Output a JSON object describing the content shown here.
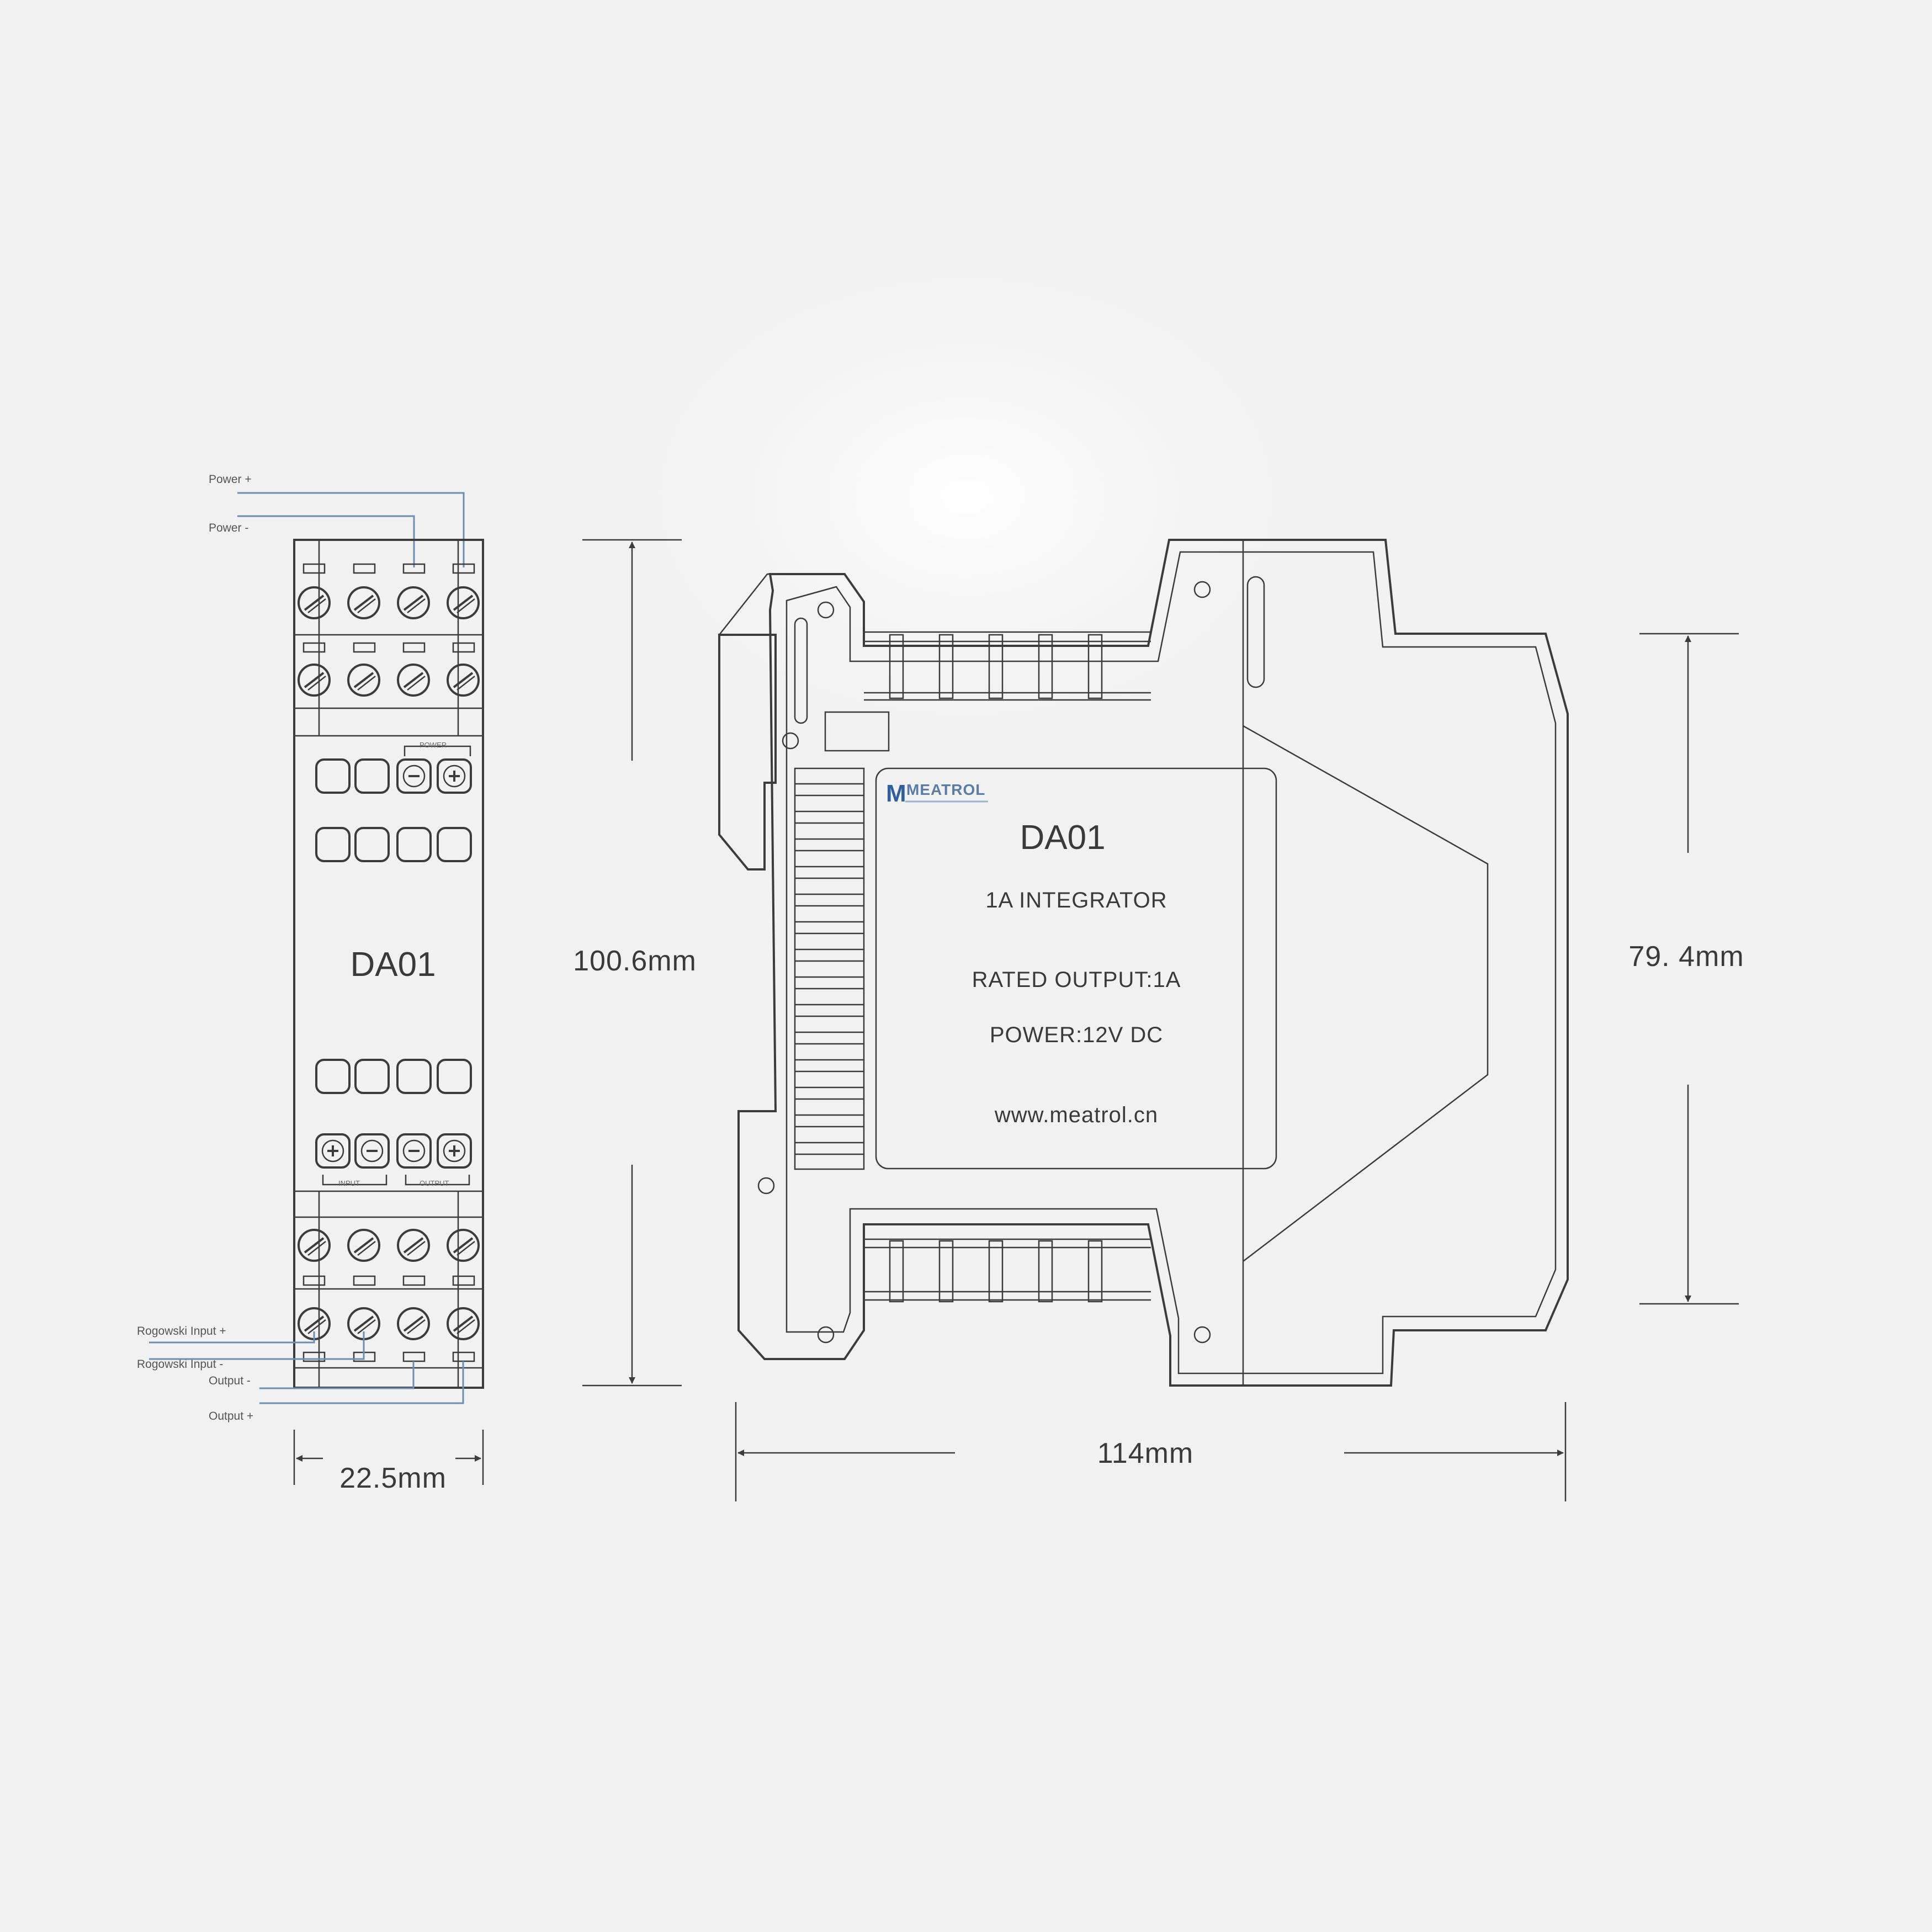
{
  "front_view": {
    "model": "DA01",
    "top_wires": [
      "Power +",
      "Power -"
    ],
    "bottom_wires": [
      "Rogowski Input +",
      "Rogowski Input -",
      "Output -",
      "Output +"
    ],
    "group_labels": {
      "power": "POWER",
      "input": "INPUT",
      "output": "OUTPUT"
    },
    "width_dimension": "22.5mm"
  },
  "side_view": {
    "brand": "MEATROL",
    "model": "DA01",
    "description": "1A INTEGRATOR",
    "rated_output": "RATED OUTPUT:1A",
    "power": "POWER:12V DC",
    "website": "www.meatrol.cn",
    "height_dimension": "100.6mm",
    "width_dimension": "114mm",
    "depth_dimension": "79. 4mm"
  },
  "colors": {
    "line": "#3c3c3c",
    "wire": "#6a8fb3",
    "background": "#f2f2f2"
  }
}
